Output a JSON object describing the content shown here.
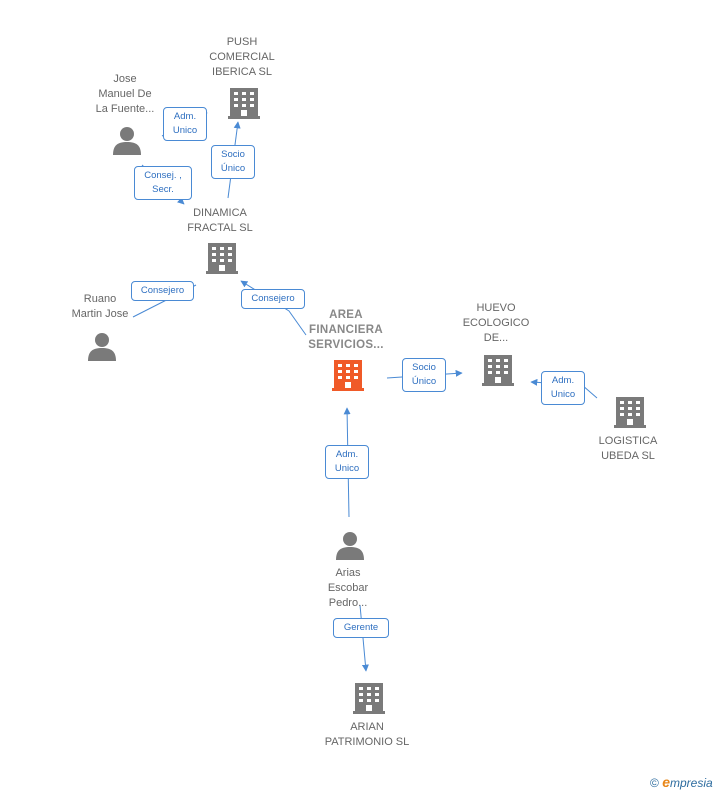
{
  "colors": {
    "edge": "#4a8ad4",
    "node_gray": "#7a7a7a",
    "focus_orange": "#f05a28"
  },
  "nodes": {
    "push": {
      "label": "PUSH\nCOMERCIAL\nIBERICA  SL",
      "icon": "building-icon"
    },
    "jose": {
      "label": "Jose\nManuel De\nLa Fuente...",
      "icon": "person-icon"
    },
    "dinamica": {
      "label": "DINAMICA\nFRACTAL  SL",
      "icon": "building-icon"
    },
    "ruano": {
      "label": "Ruano\nMartin Jose",
      "icon": "person-icon"
    },
    "area": {
      "label": "AREA\nFINANCIERA\nSERVICIOS...",
      "icon": "building-icon"
    },
    "huevo": {
      "label": "HUEVO\nECOLOGICO\nDE...",
      "icon": "building-icon"
    },
    "logistica": {
      "label": "LOGISTICA\nUBEDA SL",
      "icon": "building-icon"
    },
    "arias": {
      "label": "Arias\nEscobar\nPedro...",
      "icon": "person-icon"
    },
    "arian": {
      "label": "ARIAN\nPATRIMONIO SL",
      "icon": "building-icon"
    }
  },
  "edges": {
    "jose_push": "Adm.\nUnico",
    "dinamica_push": "Socio\nÚnico",
    "jose_dinamica": "Consej. ,\nSecr.",
    "ruano_dinamica": "Consejero",
    "area_dinamica": "Consejero",
    "area_huevo": "Socio\nÚnico",
    "logistica_huevo": "Adm.\nUnico",
    "arias_area": "Adm.\nUnico",
    "arias_arian": "Gerente"
  },
  "footer": {
    "copyright": "©",
    "brand_first": "e",
    "brand_rest": "mpresia"
  }
}
